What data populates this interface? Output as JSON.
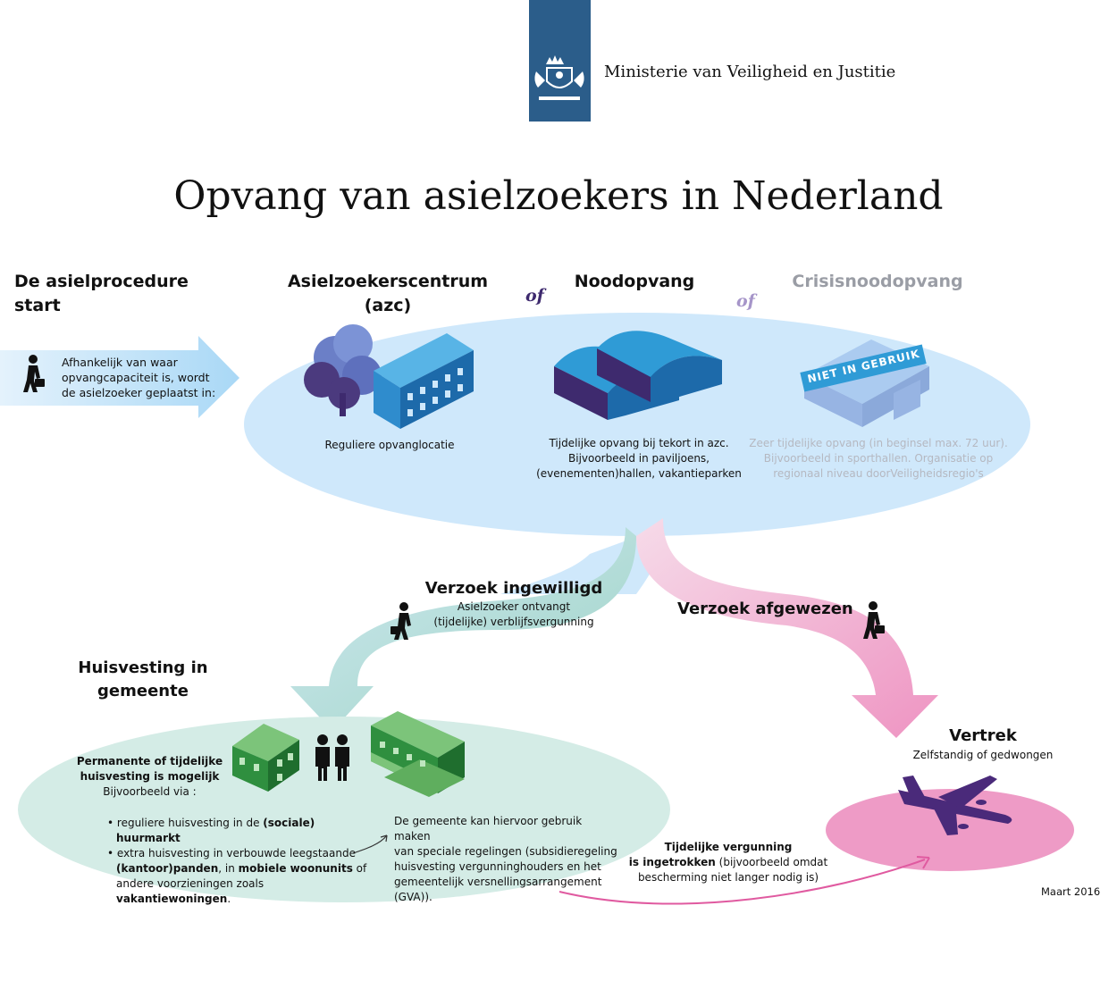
{
  "header": {
    "ministry": "Ministerie van Veiligheid en Justitie",
    "logo": "rijksoverheid-coat-of-arms",
    "logo_color": "#2b5d8a"
  },
  "title": "Opvang van asielzoekers in Nederland",
  "start": {
    "heading": [
      "De asielprocedure",
      "start"
    ],
    "text": [
      "Afhankelijk van waar",
      "opvangcapaciteit is, wordt",
      "de asielzoeker  geplaatst in:"
    ]
  },
  "options": {
    "azc": {
      "heading": [
        "Asielzoekerscentrum",
        "(azc)"
      ],
      "caption": [
        "Reguliere opvanglocatie"
      ]
    },
    "of1": "of",
    "noodopvang": {
      "heading": [
        "Noodopvang"
      ],
      "caption": [
        "Tijdelijke opvang bij tekort in azc.",
        "Bijvoorbeeld in paviljoens,",
        "(evenementen)hallen, vakantieparken"
      ]
    },
    "of2": "of",
    "crisis": {
      "heading": [
        "Crisisnoodopvang"
      ],
      "banner": "NIET IN GEBRUIK",
      "caption": [
        "Zeer tijdelijke opvang (in beginsel max. 72 uur).",
        "Bijvoorbeeld in sporthallen. Organisatie op",
        "regionaal niveau doorVeiligheidsregio's"
      ]
    }
  },
  "granted": {
    "heading": "Verzoek ingewilligd",
    "text": [
      "Asielzoeker ontvangt",
      "(tijdelijke) verblijfsvergunning"
    ]
  },
  "rejected": {
    "heading": "Verzoek afgewezen"
  },
  "housing": {
    "heading": [
      "Huisvesting in",
      "gemeente"
    ],
    "intro": [
      "Permanente of tijdelijke",
      "huisvesting is mogelijk",
      "Bijvoorbeeld via :"
    ],
    "bullet1": [
      "reguliere huisvesting in de ",
      "(sociale)",
      " ",
      "huurmarkt"
    ],
    "bullet2": [
      "extra huisvesting in verbouwde leegstaande ",
      "(kantoor)panden",
      ", in ",
      "mobiele woonunits",
      " of",
      "andere voorzieningen zoals ",
      "vakantiewoningen",
      "."
    ],
    "regulations": [
      "De gemeente kan hiervoor gebruik maken",
      "van speciale regelingen (subsidieregeling",
      "huisvesting vergunninghouders en het",
      "gemeentelijk versnellingsarrangement",
      "(GVA))."
    ]
  },
  "departure": {
    "heading": "Vertrek",
    "subtitle": "Zelfstandig of gedwongen"
  },
  "revoked": [
    "Tijdelijke vergunning",
    "is ingetrokken",
    " (bijvoorbeeld omdat",
    "bescherming niet langer nodig is)"
  ],
  "date": "Maart 2016",
  "colors": {
    "light_blue": "#cfe8fb",
    "teal": "#a9d9cf",
    "teal_light": "#d4ece6",
    "pink": "#ee9bc6",
    "purple": "#3e2a6e",
    "green": "#2f8f3f",
    "blue_building": "#2f9bd6"
  },
  "icons": [
    "walking-person-icon",
    "tree-icon",
    "azc-building-icon",
    "pavilion-tents-icon",
    "sports-hall-icon",
    "house-icon",
    "two-people-icon",
    "apartment-building-icon",
    "airplane-icon"
  ]
}
